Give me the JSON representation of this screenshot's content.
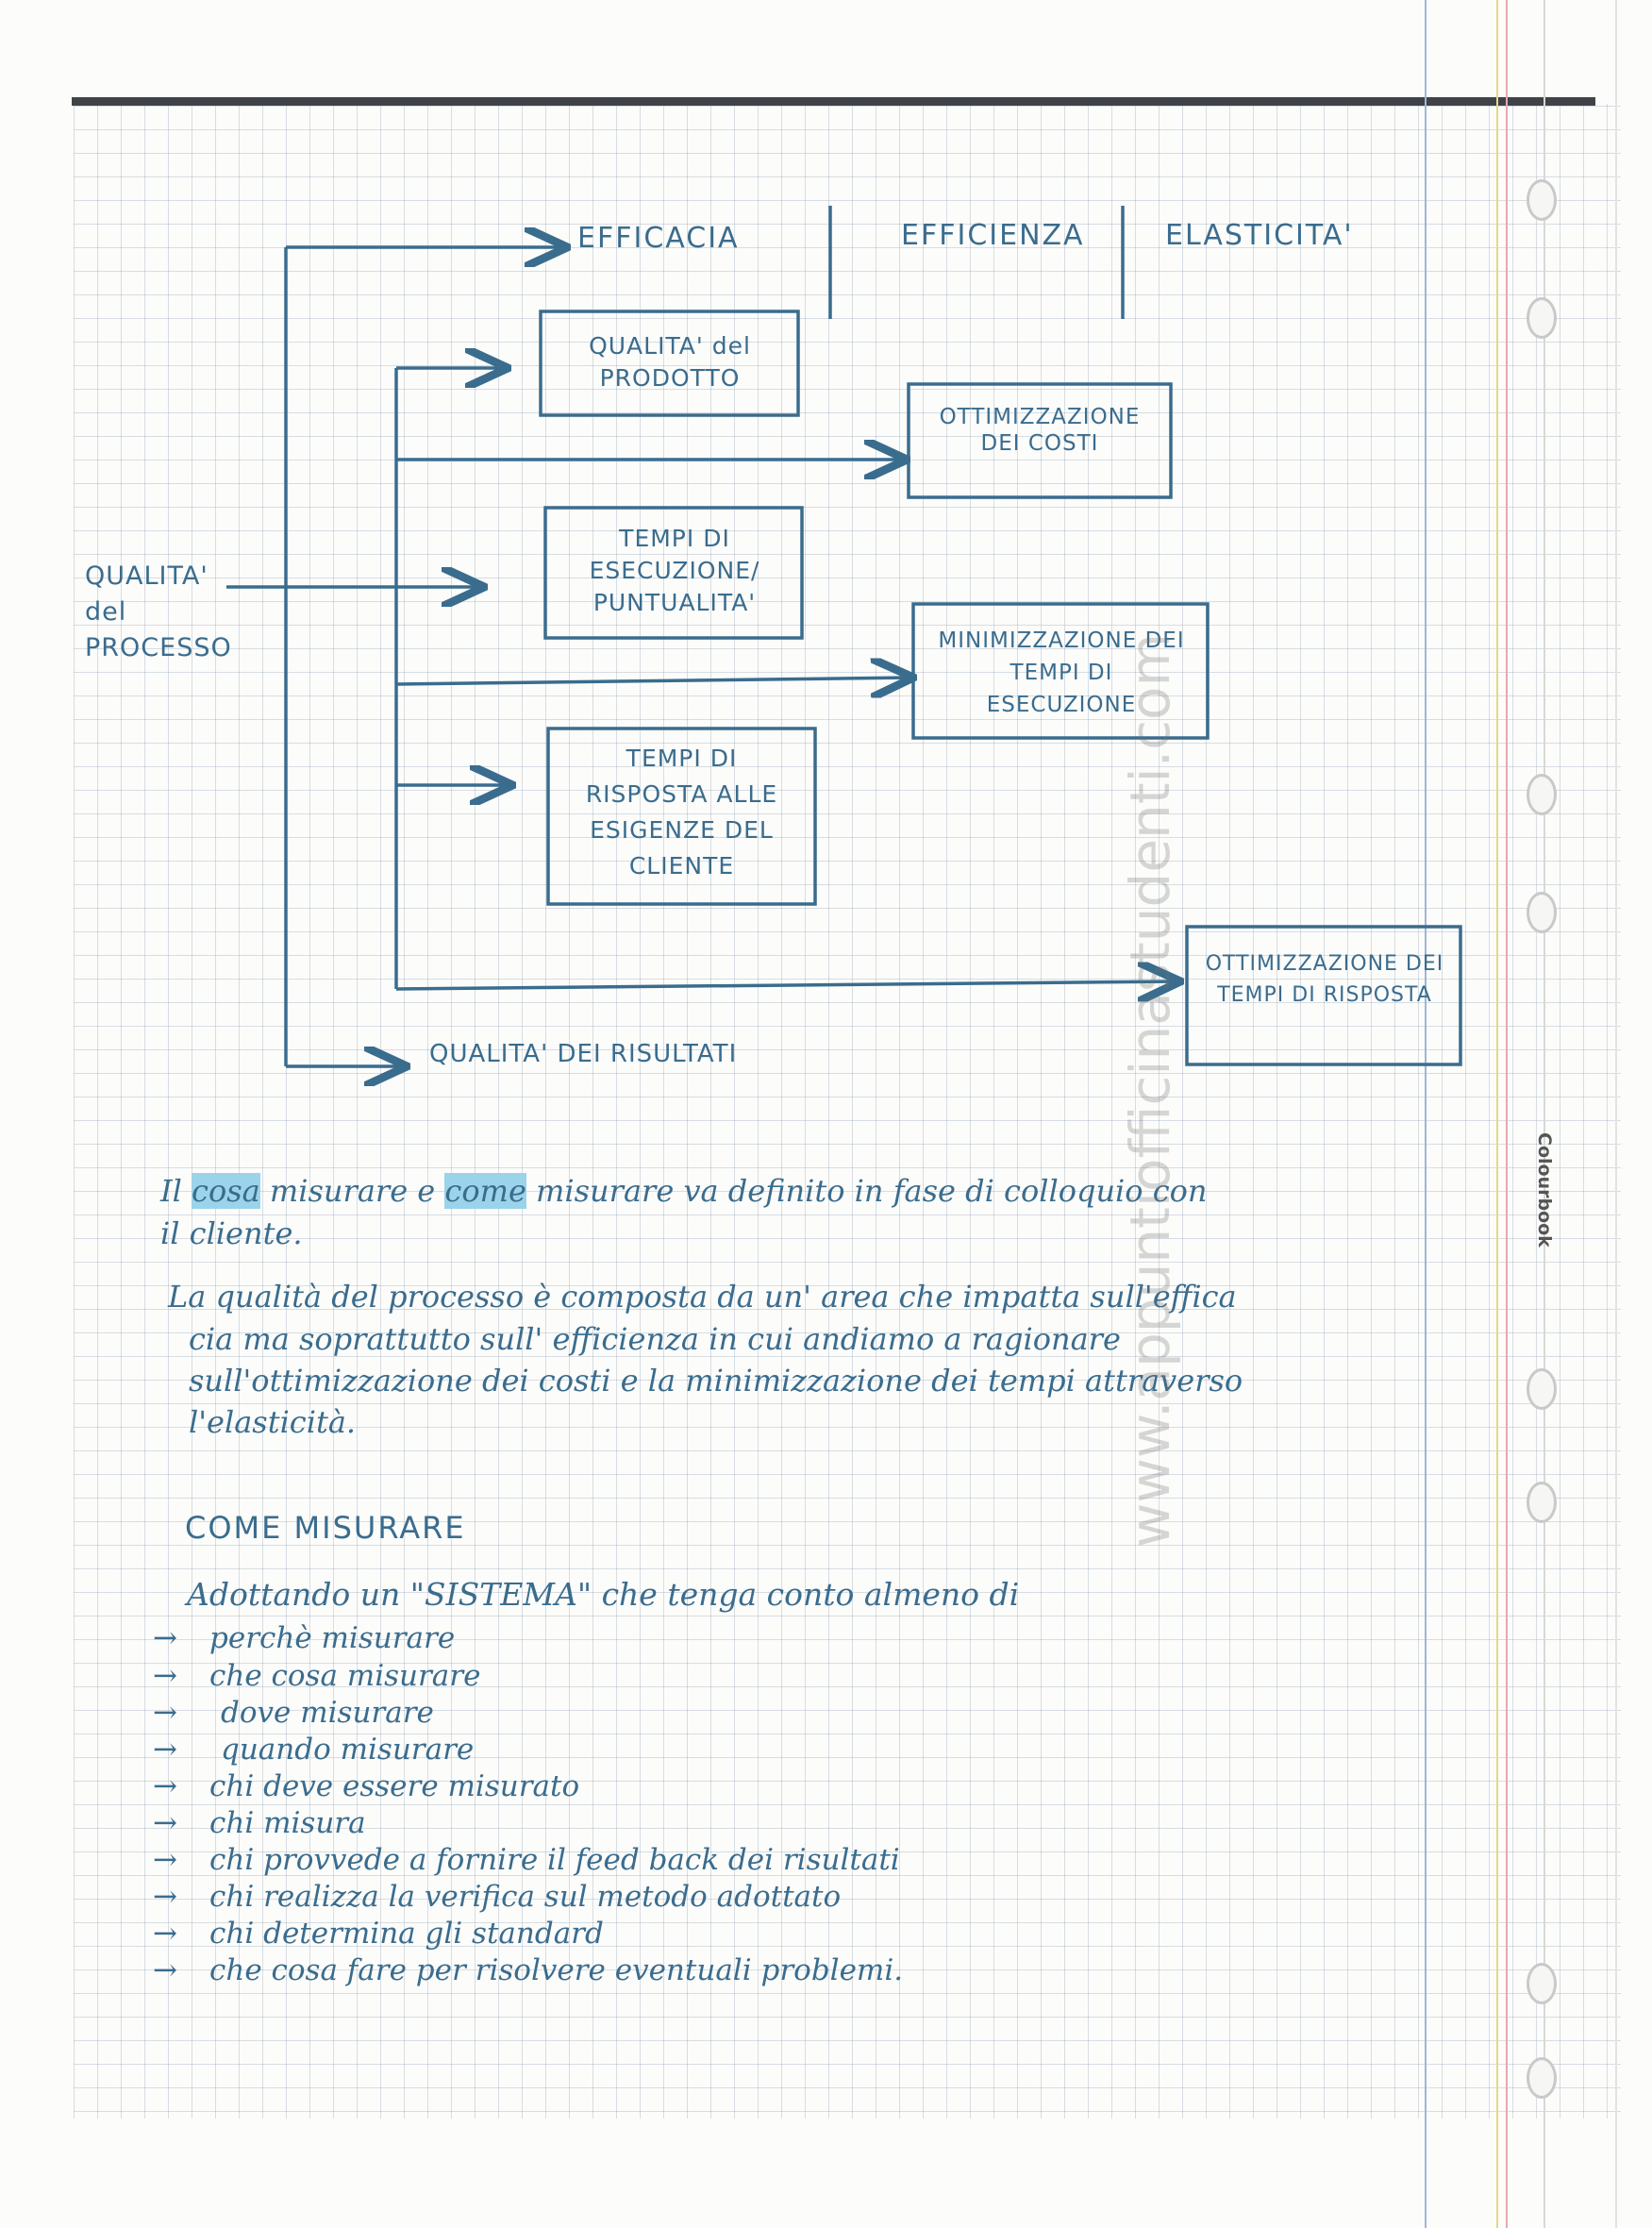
{
  "diagram": {
    "headers": {
      "efficacia": "EFFICACIA",
      "efficienza": "EFFICIENZA",
      "elasticita": "ELASTICITA'"
    },
    "source_label": "QUALITA' del PROCESSO",
    "result_label": "QUALITA' DEI RISULTATI",
    "boxes": {
      "qualita_prodotto": "QUALITA' del PRODOTTO",
      "ottimizzazione_costi": "OTTIMIZZAZIONE DEI COSTI",
      "tempi_esecuzione": "TEMPI DI ESECUZIONE/ PUNTUALITA'",
      "minimizzazione_tempi": "MINIMIZZAZIONE DEI TEMPI DI ESECUZIONE",
      "tempi_risposta": "TEMPI DI RISPOSTA ALLE ESIGENZE DEL CLIENTE",
      "ottimizzazione_risposta": "OTTIMIZZAZIONE DEI TEMPI DI RISPOSTA"
    }
  },
  "notes": {
    "p1_start": "Il ",
    "p1_hl1": "cosa",
    "p1_mid": " misurare e ",
    "p1_hl2": "come",
    "p1_end": " misurare va definito in fase di colloquio con",
    "p1_line2": "il cliente.",
    "p2_line1": "La qualità del processo è composta da un' area che impatta sull'effica",
    "p2_line2": "cia ma soprattutto sull' efficienza in cui andiamo a ragionare",
    "p2_line3": "sull'ottimizzazione dei costi e la minimizzazione dei tempi attraverso",
    "p2_line4": "l'elasticità."
  },
  "section": {
    "title": "COME MISURARE",
    "intro": "Adottando un \"SISTEMA\" che tenga conto almeno di",
    "arrow_glyph": "→",
    "items": [
      "perchè misurare",
      "che cosa misurare",
      "dove misurare",
      "quando misurare",
      "chi deve essere misurato",
      "chi misura",
      "chi provvede a fornire il feed back dei risultati",
      "chi realizza la verifica sul metodo adottato",
      "chi determina gli standard",
      "che cosa fare per risolvere eventuali problemi."
    ]
  },
  "watermark": "www.appuntiofficinastudenti.com",
  "brand": "Colourbook",
  "colors": {
    "ink": "#3a6c8e",
    "highlight": "#9bd3ea",
    "grid": "#a7b5c8"
  }
}
